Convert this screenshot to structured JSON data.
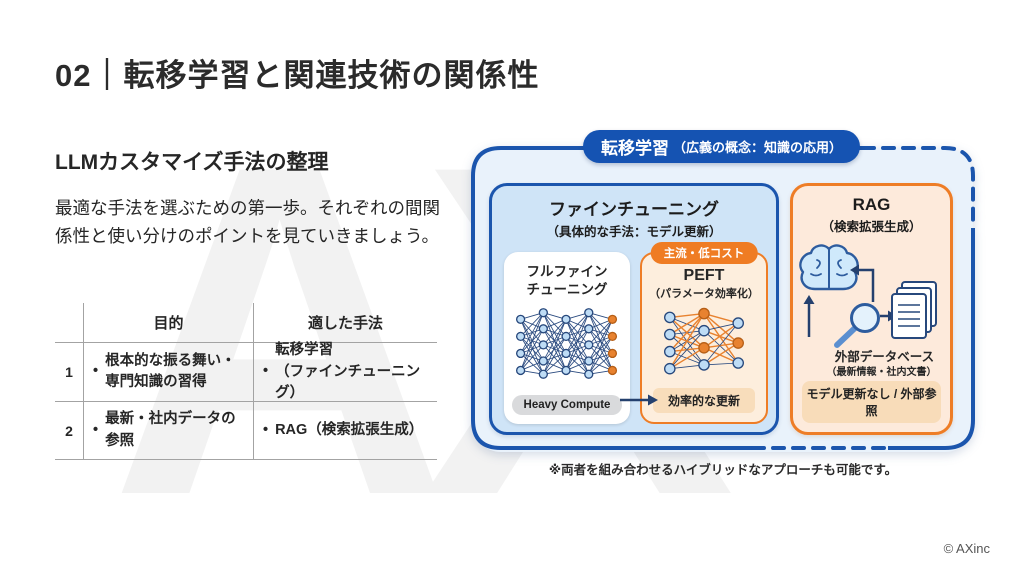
{
  "page": {
    "title": "02｜転移学習と関連技術の関係性",
    "copyright": "© AXinc",
    "watermark": "AX"
  },
  "left_panel": {
    "heading": "LLMカスタマイズ手法の整理",
    "intro": "最適な手法を選ぶための第一歩。それぞれの間関係性と使い分けのポイントを見ていきましょう。",
    "table": {
      "col_headers": [
        "目的",
        "適した手法"
      ],
      "bullet_glyph": "•",
      "rows": [
        {
          "no": "1",
          "purpose": "根本的な振る舞い・\n専門知識の習得",
          "method": "転移学習\n（ファインチューニング）"
        },
        {
          "no": "2",
          "purpose": "最新・社内データの\n参照",
          "method": "RAG（検索拡張生成）"
        }
      ]
    }
  },
  "diagram": {
    "umbrella_label": {
      "strong": "転移学習",
      "rest": "（広義の概念：知識の応用）"
    },
    "finetuning_box": {
      "title": "ファインチューニング",
      "subtitle": "（具体的な手法：モデル更新）",
      "full_ft_card": {
        "title": "フルファイン\nチューニング",
        "tag": "Heavy Compute"
      },
      "peft_card": {
        "badge": "主流・低コスト",
        "title": "PEFT",
        "subtitle": "（パラメータ効率化）",
        "tag": "効率的な更新"
      }
    },
    "rag_box": {
      "title": "RAG",
      "subtitle": "（検索拡張生成）",
      "db_label": "外部データベース",
      "db_sublabel": "（最新情報・社内文書）",
      "tag": "モデル更新なし / 外部参照"
    },
    "note": "※両者を組み合わせるハイブリッドなアプローチも可能です。"
  },
  "colors": {
    "primary_blue": "#1b55ad",
    "pill_blue": "#1553b2",
    "accent_orange": "#ee7d26",
    "finetuning_fill": "#cfe4f7",
    "umbrella_fill": "#e9f2fb",
    "peft_fill": "#fdeedd",
    "rag_fill": "#fdeadb",
    "tag_orange_fill": "#f8dcb9",
    "heavy_compute_fill": "#d9dadc",
    "node_blue": "#bedcf5",
    "node_orange": "#e8822f",
    "text_dark": "#262626"
  }
}
